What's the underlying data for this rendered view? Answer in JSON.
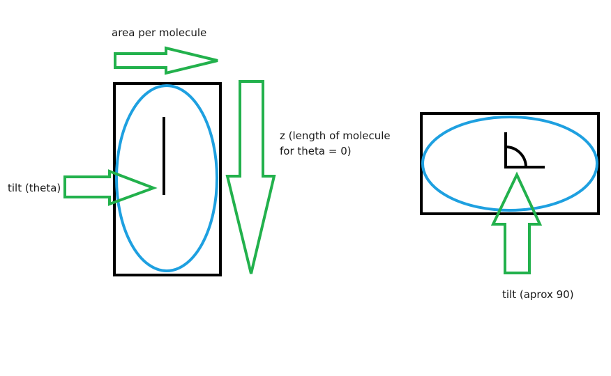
{
  "labels": {
    "area_per_molecule": "area per molecule",
    "z_line1": "z (length of molecule",
    "z_line2": "for theta = 0)",
    "tilt_theta": "tilt (theta)",
    "tilt_90": "tilt (aprox 90)"
  },
  "colors": {
    "arrow": "#22b14c",
    "ellipse": "#1ea0e0",
    "box": "#000000",
    "text": "#1a1a1a"
  }
}
